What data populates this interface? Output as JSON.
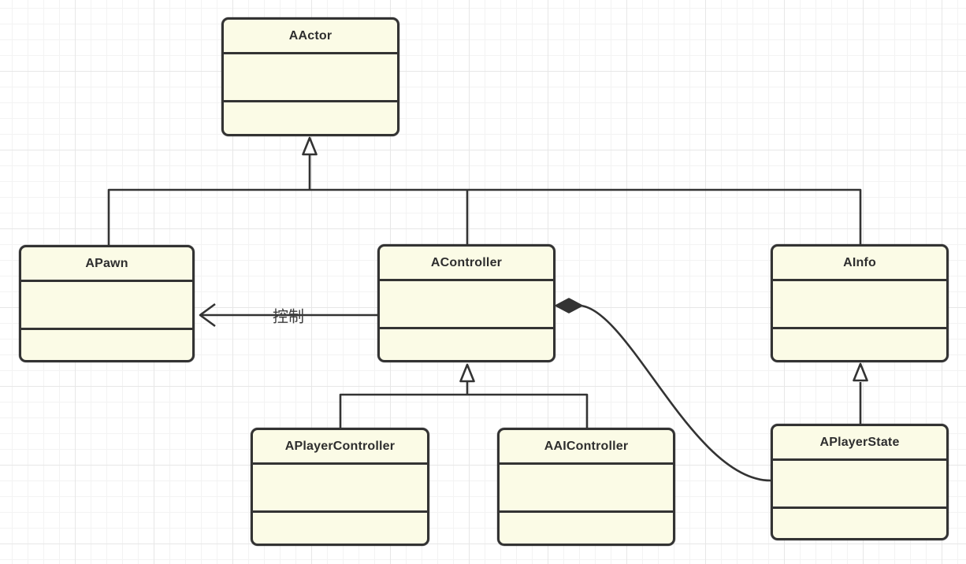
{
  "diagram": {
    "title": "UML class diagram of Unreal Engine actor hierarchy",
    "colors": {
      "canvas_background": "#ffffff",
      "grid_minor": "#f3f3f3",
      "grid_major": "#e7e7e7",
      "node_fill": "#fbfbe6",
      "stroke": "#333333",
      "text": "#2e2e2e"
    },
    "classes": [
      {
        "name": "AActor"
      },
      {
        "name": "APawn"
      },
      {
        "name": "AController"
      },
      {
        "name": "AInfo"
      },
      {
        "name": "APlayerController"
      },
      {
        "name": "AAIController"
      },
      {
        "name": "APlayerState"
      }
    ],
    "edges": [
      {
        "type": "generalization",
        "from": "APawn",
        "to": "AActor",
        "label": ""
      },
      {
        "type": "generalization",
        "from": "AController",
        "to": "AActor",
        "label": ""
      },
      {
        "type": "generalization",
        "from": "AInfo",
        "to": "AActor",
        "label": ""
      },
      {
        "type": "generalization",
        "from": "APlayerController",
        "to": "AController",
        "label": ""
      },
      {
        "type": "generalization",
        "from": "AAIController",
        "to": "AController",
        "label": ""
      },
      {
        "type": "generalization",
        "from": "APlayerState",
        "to": "AInfo",
        "label": ""
      },
      {
        "type": "directed-association",
        "from": "AController",
        "to": "APawn",
        "label": "控制"
      },
      {
        "type": "composition",
        "from": "AController",
        "to": "APlayerState",
        "label": ""
      }
    ]
  }
}
